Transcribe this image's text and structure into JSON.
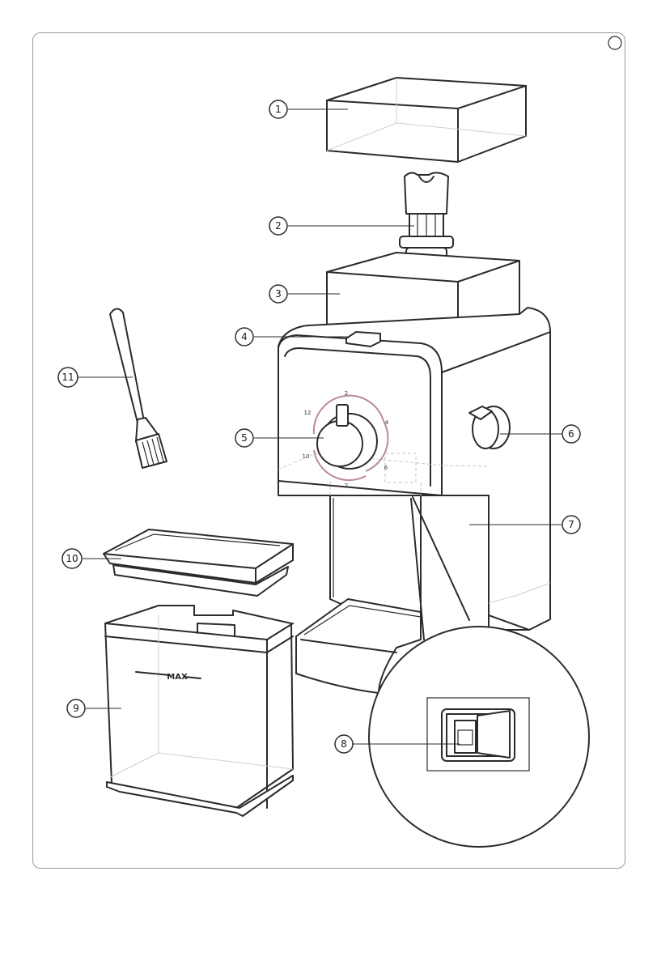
{
  "callouts": [
    "1",
    "2",
    "3",
    "4",
    "5",
    "6",
    "7",
    "8",
    "9",
    "10",
    "11"
  ],
  "dial_ticks": [
    "2",
    "4",
    "6",
    "2",
    "10",
    "12"
  ],
  "container_label": "MAX"
}
